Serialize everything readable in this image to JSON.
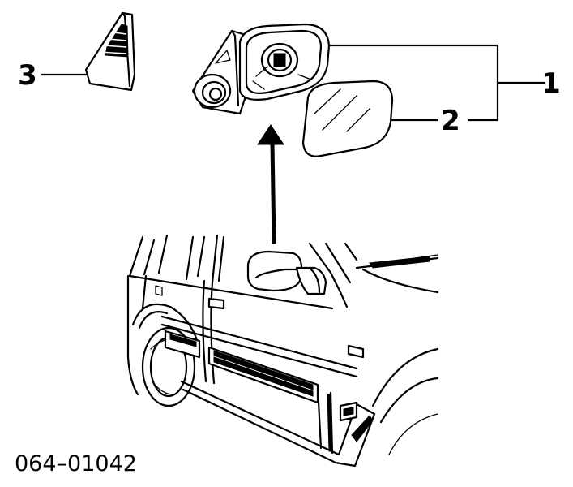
{
  "callouts": [
    {
      "id": "1",
      "label": "1"
    },
    {
      "id": "2",
      "label": "2"
    },
    {
      "id": "3",
      "label": "3"
    }
  ],
  "part_number": "064–01042"
}
